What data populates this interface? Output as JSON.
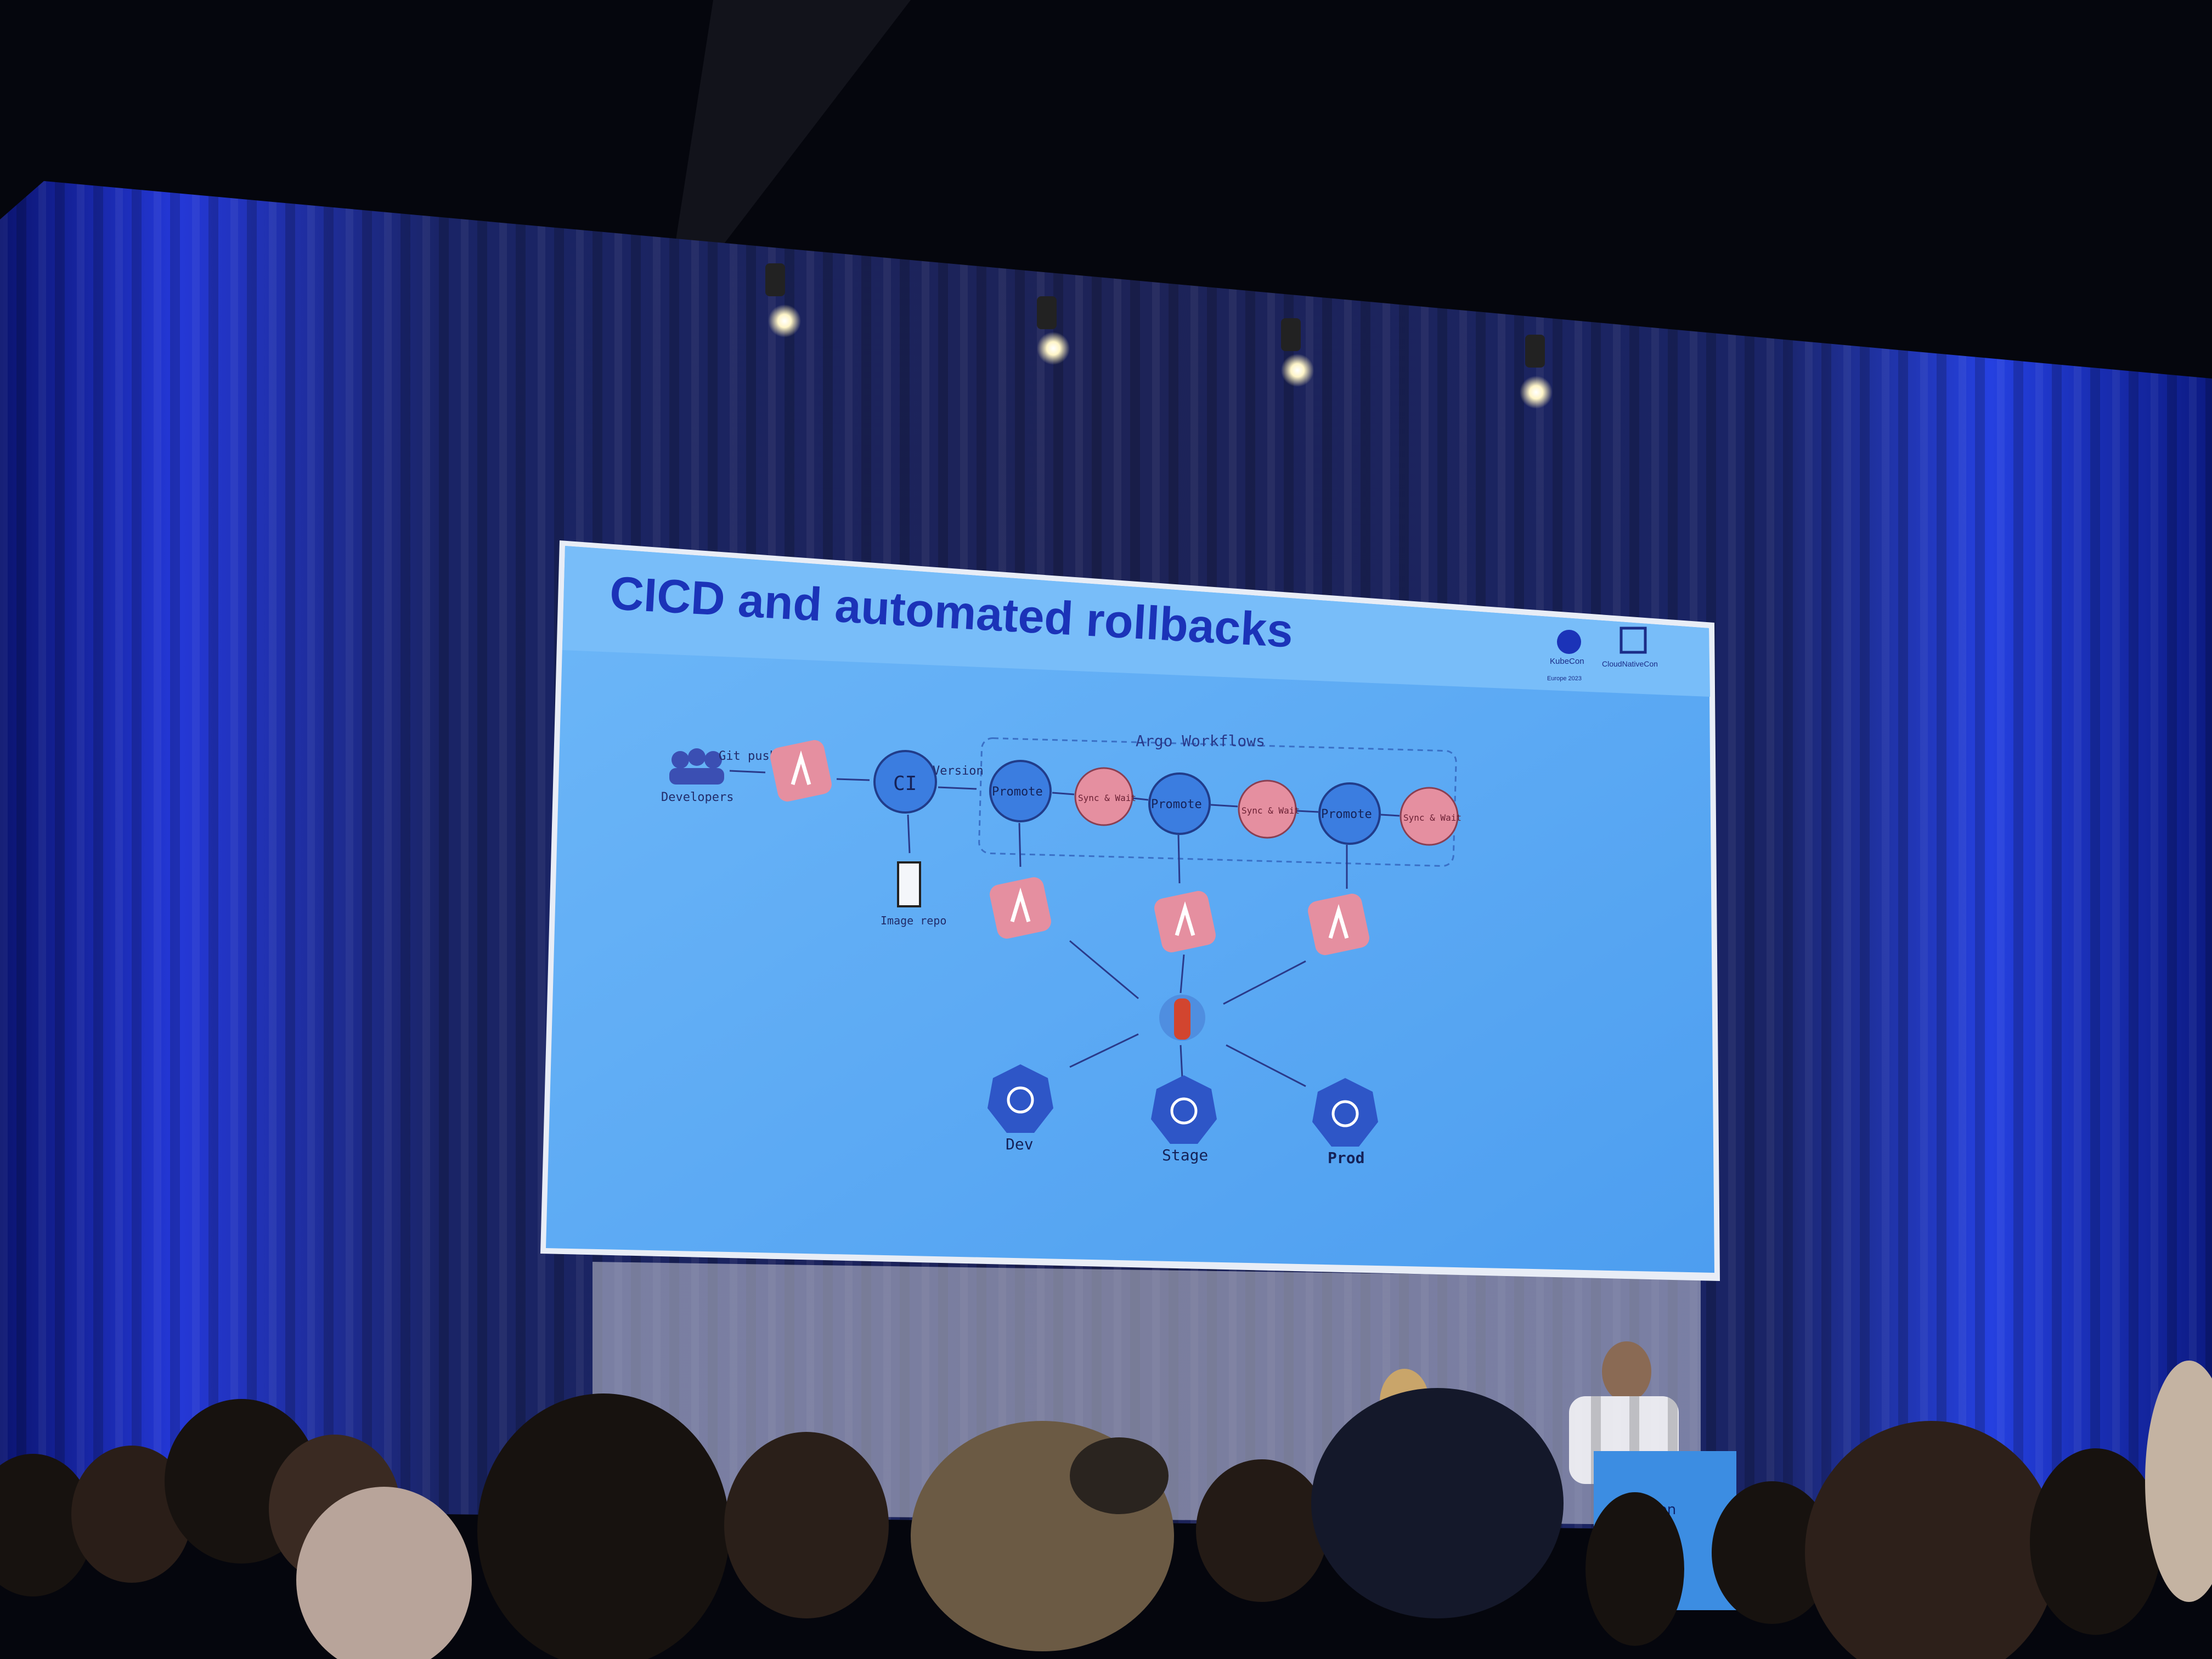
{
  "slide": {
    "title": "CICD and automated rollbacks",
    "logos": {
      "left": "KubeCon",
      "right": "CloudNativeCon",
      "sub": "Europe 2023"
    },
    "diagram": {
      "group_label": "Argo Workflows",
      "developers_label": "Developers",
      "git_push_label": "Git push",
      "ci_label": "CI",
      "version_label": "Version",
      "image_repo_label": "Image repo",
      "promote_label": "Promote",
      "sync_wait_label": "Sync & Wait",
      "clusters": [
        "Dev",
        "Stage",
        "Prod"
      ]
    }
  },
  "podium_sign": "KubeCon",
  "colors": {
    "slide_bg": "#5aa8f3",
    "title": "#1b33b8",
    "node_blue": "#3b7de0",
    "node_pink": "#e58fa0",
    "curtain_blue": "#1f3fd8"
  }
}
